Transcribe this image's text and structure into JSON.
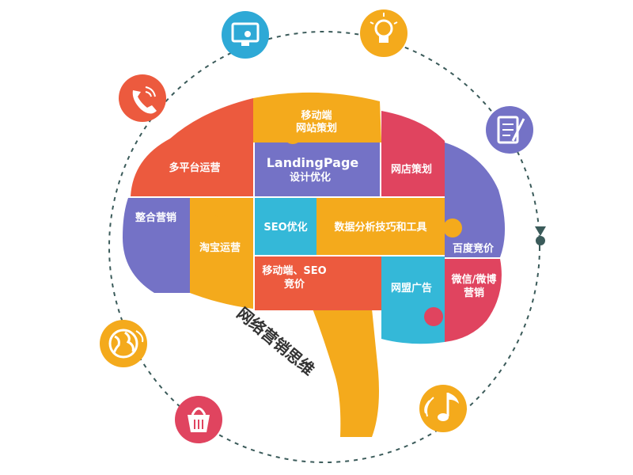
{
  "title": "网络营销思维",
  "colors": {
    "orange": "#F4AA1C",
    "red": "#EC5A3E",
    "crimson": "#E0445F",
    "purple": "#7472C6",
    "cyan": "#34B8D8",
    "dashed_ring": "#3B5B5A"
  },
  "pieces": {
    "mobile_site": "移动端\n网站策划",
    "multi_platform": "多平台运营",
    "landing_page_1": "LandingPage",
    "landing_page_2": "设计优化",
    "shop_plan": "网店策划",
    "integrated": "整合营销",
    "taobao": "淘宝运营",
    "seo": "SEO优化",
    "data_analysis": "数据分析技巧和工具",
    "baidu_bid": "百度竞价",
    "mobile_seo_1": "移动端、SEO",
    "mobile_seo_2": "竞价",
    "alliance_ad": "网盟广告",
    "wechat_weibo_1": "微信/微博",
    "wechat_weibo_2": "营销"
  },
  "icons": [
    {
      "name": "touchscreen-icon",
      "color": "#2EA9D6"
    },
    {
      "name": "lightbulb-icon",
      "color": "#F4AA1C"
    },
    {
      "name": "phone-icon",
      "color": "#EC5A3E"
    },
    {
      "name": "notepad-icon",
      "color": "#7472C6"
    },
    {
      "name": "globe-icon",
      "color": "#F4AA1C"
    },
    {
      "name": "basket-icon",
      "color": "#E0445F"
    },
    {
      "name": "music-note-icon",
      "color": "#F4AA1C"
    }
  ]
}
